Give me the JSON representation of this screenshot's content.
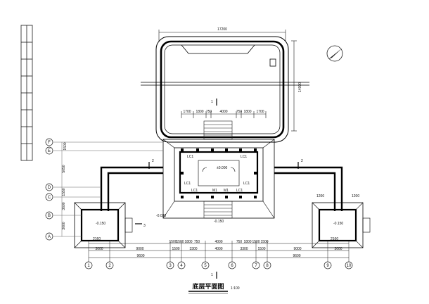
{
  "drawing": {
    "title": "底层平面图",
    "scale": "1:100",
    "section_marker": "1",
    "callout_2": "2",
    "callout_3": "3"
  },
  "top_dims": {
    "overall": "17200",
    "right_side": "14000",
    "inner": [
      "1700",
      "1800",
      "750",
      "4000",
      "750",
      "1800",
      "1700"
    ]
  },
  "left_axes": [
    "F",
    "E",
    "D",
    "C",
    "B",
    "A"
  ],
  "left_dims": [
    "1500",
    "5050",
    "1550",
    "3600",
    "3000"
  ],
  "bottom_axes": [
    "1",
    "2",
    "3",
    "4",
    "5",
    "6",
    "7",
    "8",
    "9",
    "10"
  ],
  "bottom_dims_row1": [
    "1500",
    "1500",
    "1800",
    "750",
    "4000",
    "750",
    "1800",
    "1500",
    "1500"
  ],
  "bottom_dims_row2": [
    "3000",
    "9000",
    "1500",
    "3300",
    "4000",
    "3300",
    "1500",
    "9000",
    "3000"
  ],
  "bottom_dims_row3": [
    "9600",
    "9600"
  ],
  "small_dims": [
    "2160",
    "2160",
    "1200",
    "1200"
  ],
  "elevations": [
    "-0.150",
    "-0.150",
    "-0.150",
    "±0.000",
    "-0.030"
  ],
  "room_labels": [
    "LC1",
    "LC1",
    "LC1",
    "LC1",
    "LC1",
    "LC1",
    "M1",
    "M1"
  ],
  "colors": {
    "line": "#1a1a1a",
    "wall": "#000000",
    "grid": "#666666"
  }
}
